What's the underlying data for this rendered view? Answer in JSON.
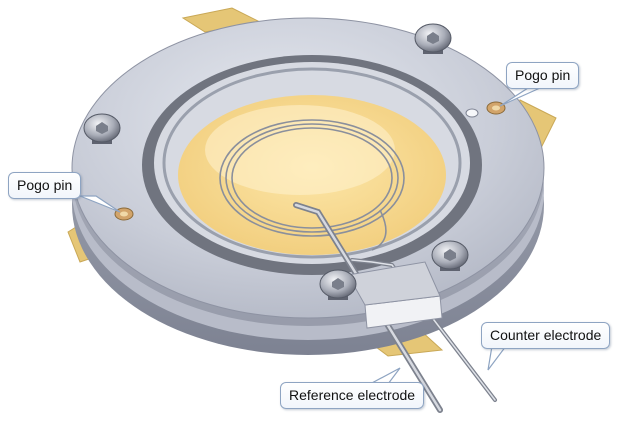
{
  "labels": {
    "pogo_pin_right": "Pogo pin",
    "pogo_pin_left": "Pogo pin",
    "counter_electrode": "Counter electrode",
    "reference_electrode": "Reference electrode"
  },
  "colors": {
    "housing": "#c6cad6",
    "housing_dark": "#8e93a3",
    "inner_ring": "#6e7380",
    "cell_liquid": "#f8dc92",
    "gasket": "#e6c87a",
    "callout_border": "#8ea4c2",
    "pin_contact": "#d2a46a"
  }
}
